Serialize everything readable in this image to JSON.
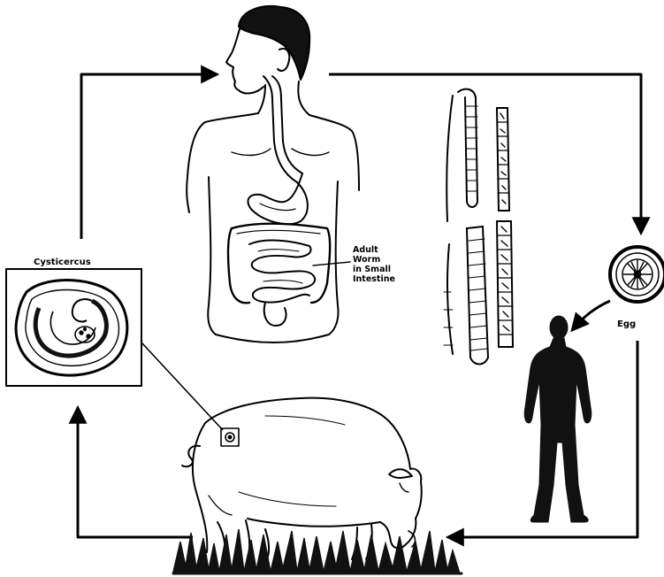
{
  "labels": {
    "cysticercus": "Cysticercus",
    "adult_worm": "Adult\nWorm\nin Small\nIntestine",
    "egg": "Egg"
  },
  "icons": [
    "human-torso",
    "tapeworm-strobila",
    "tapeworm-egg",
    "human-silhouette",
    "pig",
    "cysticercus-cyst"
  ],
  "colors": {
    "ink": "#000000",
    "paper": "#ffffff"
  }
}
